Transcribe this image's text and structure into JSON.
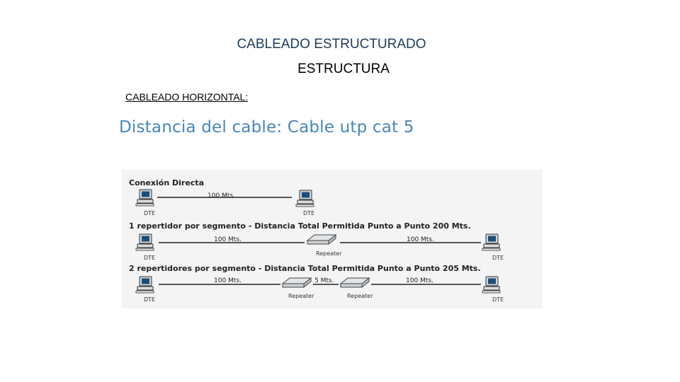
{
  "slide": {
    "title": "CABLEADO ESTRUCTURADO",
    "subtitle": "ESTRUCTURA",
    "section": "CABLEADO HORIZONTAL:",
    "heading": "Distancia del cable: Cable utp cat 5"
  },
  "diagram": {
    "row1": {
      "caption": "Conexión Directa",
      "link": "100 Mts.",
      "left_device": "DTE",
      "right_device": "DTE"
    },
    "row2": {
      "caption": "1 repertidor por segmento - Distancia Total Permitida Punto a Punto 200 Mts.",
      "link_left": "100 Mts.",
      "link_right": "100 Mts.",
      "left_device": "DTE",
      "middle_device": "Repeater",
      "right_device": "DTE"
    },
    "row3": {
      "caption": "2 repertidores por segmento - Distancia Total Permitida Punto a Punto 205 Mts.",
      "link_left": "100 Mts.",
      "link_middle": "5 Mts.",
      "link_right": "100 Mts.",
      "left_device": "DTE",
      "repeater_1": "Repeater",
      "repeater_2": "Repeater",
      "right_device": "DTE"
    }
  }
}
